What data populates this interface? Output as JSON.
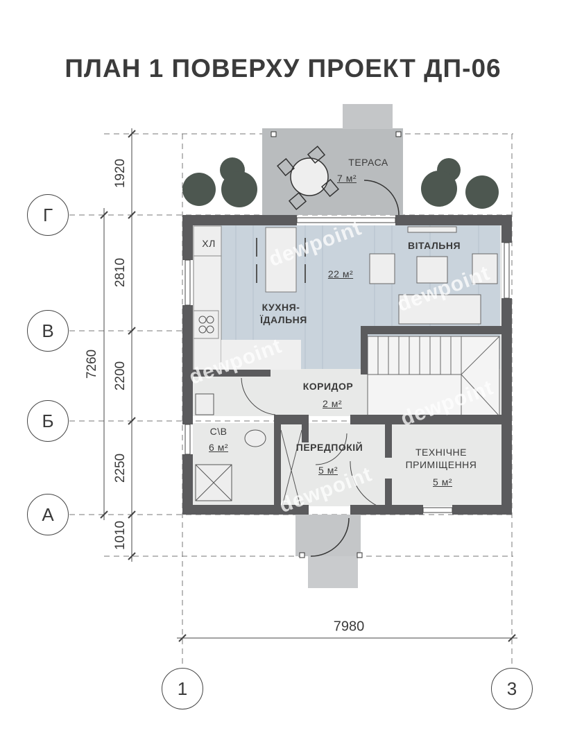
{
  "title": "ПЛАН 1 ПОВЕРХУ ПРОЕКТ ДП-06",
  "rooms": {
    "terrace": {
      "name": "ТЕРАСА",
      "area": "7 м²"
    },
    "living": {
      "name": "ВІТАЛЬНЯ"
    },
    "kitchen": {
      "name1": "КУХНЯ-",
      "name2": "ЇДАЛЬНЯ",
      "area": "22 м²"
    },
    "fridge": {
      "name": "ХЛ"
    },
    "corridor": {
      "name": "КОРИДОР",
      "area": "2 м²"
    },
    "bathroom": {
      "name": "С\\В",
      "area": "6 м²"
    },
    "hall": {
      "name": "ПЕРЕДПОКІЙ",
      "area": "5 м²"
    },
    "technical": {
      "name1": "ТЕХНІЧНЕ",
      "name2": "ПРИМІЩЕННЯ",
      "area": "5 м²"
    }
  },
  "axes": {
    "rows": [
      "Г",
      "В",
      "Б",
      "А"
    ],
    "cols": [
      "1",
      "3"
    ]
  },
  "dimensions": {
    "vertical": [
      "1920",
      "2810",
      "2200",
      "2250",
      "1010"
    ],
    "total_vertical": "7260",
    "horizontal": "7980"
  },
  "watermark": "dewpoint",
  "colors": {
    "wall": "#5b5b5d",
    "floor_wood": "#c9d3dc",
    "floor_tile": "#e8e9e8",
    "accent": "#f3c623"
  }
}
